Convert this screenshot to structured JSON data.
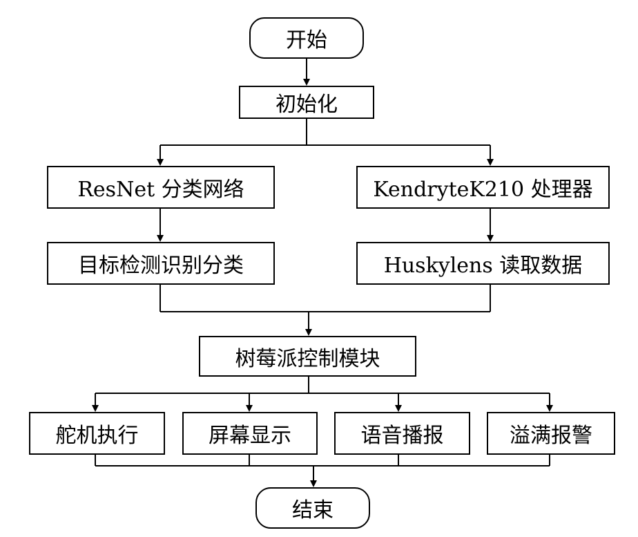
{
  "nodes": {
    "start": "开始",
    "init": "初始化",
    "resnet": "ResNet 分类网络",
    "kendryte": "KendryteK210 处理器",
    "detect": "目标检测识别分类",
    "husky": "Huskylens 读取数据",
    "rpi": "树莓派控制模块",
    "servo": "舵机执行",
    "screen": "屏幕显示",
    "voice": "语音播报",
    "alarm": "溢满报警",
    "end": "结束"
  },
  "colors": {
    "line": "#000000",
    "fill": "#ffffff",
    "text": "#000000"
  }
}
